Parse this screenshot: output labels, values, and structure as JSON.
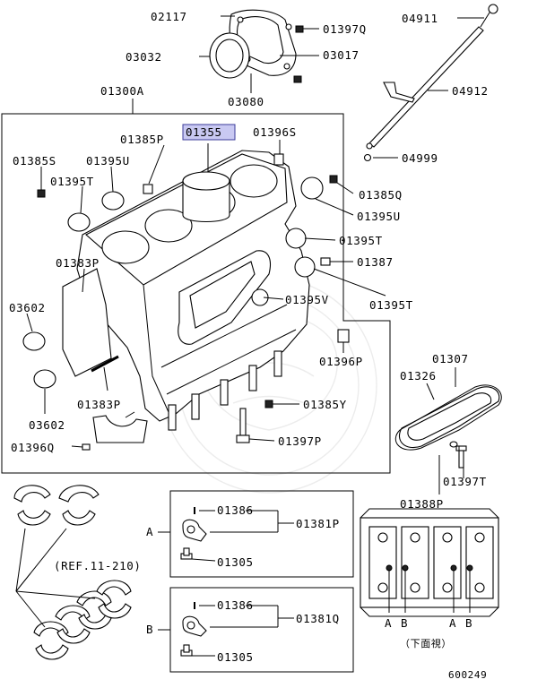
{
  "labels": {
    "p02117": "02117",
    "p01397Q": "01397Q",
    "p04911": "04911",
    "p03032": "03032",
    "p03017": "03017",
    "p03080": "03080",
    "p04912": "04912",
    "p01300A": "01300A",
    "p04999": "04999",
    "p01355": "01355",
    "p01385P": "01385P",
    "p01396S": "01396S",
    "p01385S": "01385S",
    "p01395U_a": "01395U",
    "p01395T_a": "01395T",
    "p01385Q": "01385Q",
    "p01395U_b": "01395U",
    "p01395T_b": "01395T",
    "p01383P_a": "01383P",
    "p01387": "01387",
    "p03602_a": "03602",
    "p01395V": "01395V",
    "p01395T_c": "01395T",
    "p01396P": "01396P",
    "p01383P_b": "01383P",
    "p01307": "01307",
    "p01326": "01326",
    "p01385Y": "01385Y",
    "p03602_b": "03602",
    "p01397P": "01397P",
    "p01396Q": "01396Q",
    "p01397T": "01397T",
    "p01388P": "01388P",
    "p01386_a": "01386",
    "p01381P": "01381P",
    "p01305_a": "01305",
    "p01386_b": "01386",
    "p01381Q": "01381Q",
    "p01305_b": "01305",
    "ref": "(REF.11-210)",
    "A_box": "A",
    "B_box": "B",
    "A1": "A",
    "B1": "B",
    "A2": "A",
    "B2": "B",
    "bottom_view": "（下面視）",
    "figure_no": "600249"
  },
  "highlight": {
    "part": "01355",
    "color": "#c9c9f2"
  }
}
